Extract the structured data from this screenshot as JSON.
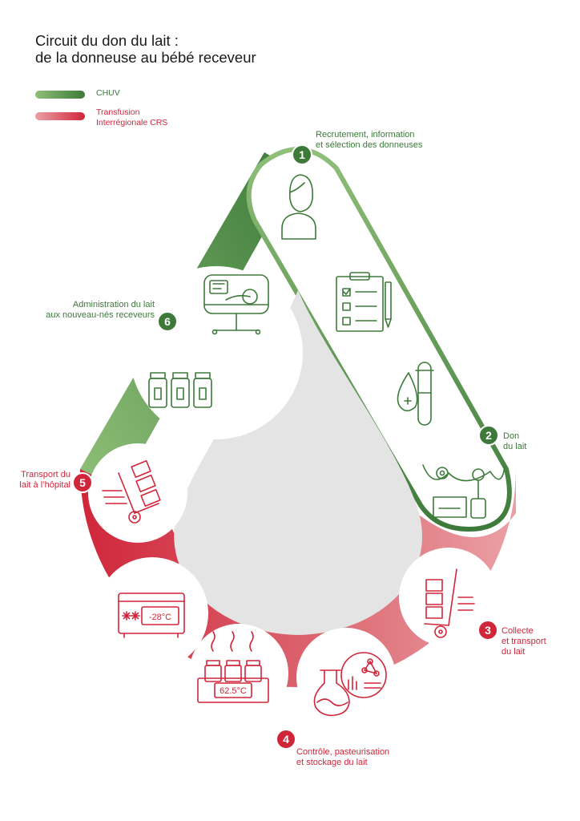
{
  "title": {
    "line1": "Circuit du don du lait :",
    "line2": "de la donneuse au bébé receveur"
  },
  "legend": [
    {
      "label": "CHUV",
      "color": "#3d7a3a"
    },
    {
      "label": "Transfusion Interrégionale CRS",
      "line1": "Transfusion",
      "line2": "Interrégionale CRS",
      "color": "#d0263a"
    }
  ],
  "steps": [
    {
      "number": "1",
      "line1": "Recrutement, information",
      "line2": "et sélection des donneuses"
    },
    {
      "number": "2",
      "line1": "Don",
      "line2": "du lait"
    },
    {
      "number": "3",
      "line1": "Collecte",
      "line2": "et transport",
      "line3": "du lait"
    },
    {
      "number": "4",
      "line1": "Contrôle, pasteurisation",
      "line2": "et stockage du lait"
    },
    {
      "number": "5",
      "line1": "Transport du",
      "line2": "lait à l’hôpital"
    },
    {
      "number": "6",
      "line1": "Administration du lait",
      "line2": "aux nouveau-nés receveurs"
    }
  ],
  "icons": {
    "freezer_temp": "-28°C",
    "pasteurizer_temp": "62.5°C"
  },
  "colors": {
    "green_dark": "#3d7a3a",
    "green_light": "#8fbf78",
    "red_dark": "#d0263a",
    "red_light": "#eaa0a5",
    "drop_fill": "#e4e4e4"
  }
}
